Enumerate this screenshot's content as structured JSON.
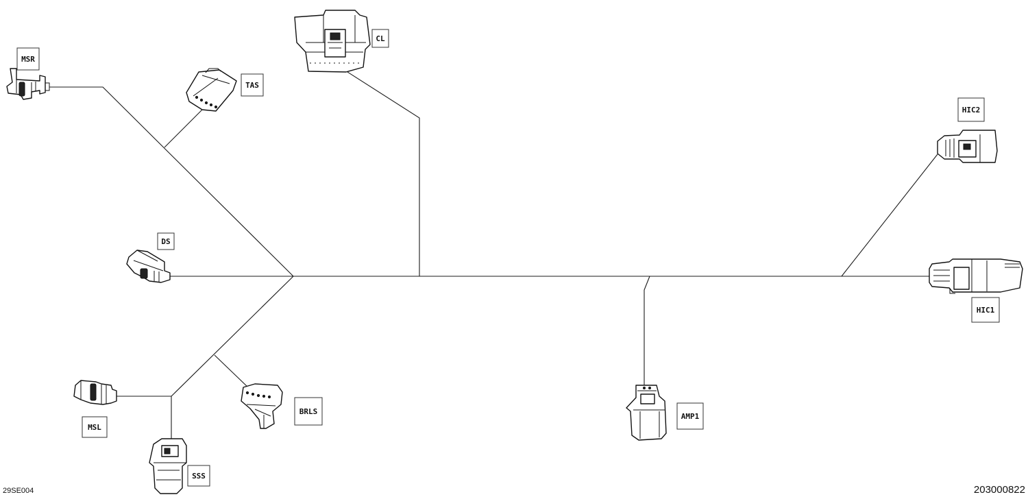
{
  "figure": {
    "code_left": "29SE004",
    "code_right": "203000822"
  },
  "connectors": {
    "msr": "MSR",
    "tas": "TAS",
    "cl": "CL",
    "hic2": "HIC2",
    "ds": "DS",
    "hic1": "HIC1",
    "msl": "MSL",
    "brls": "BRLS",
    "amp1": "AMP1",
    "sss": "SSS"
  }
}
